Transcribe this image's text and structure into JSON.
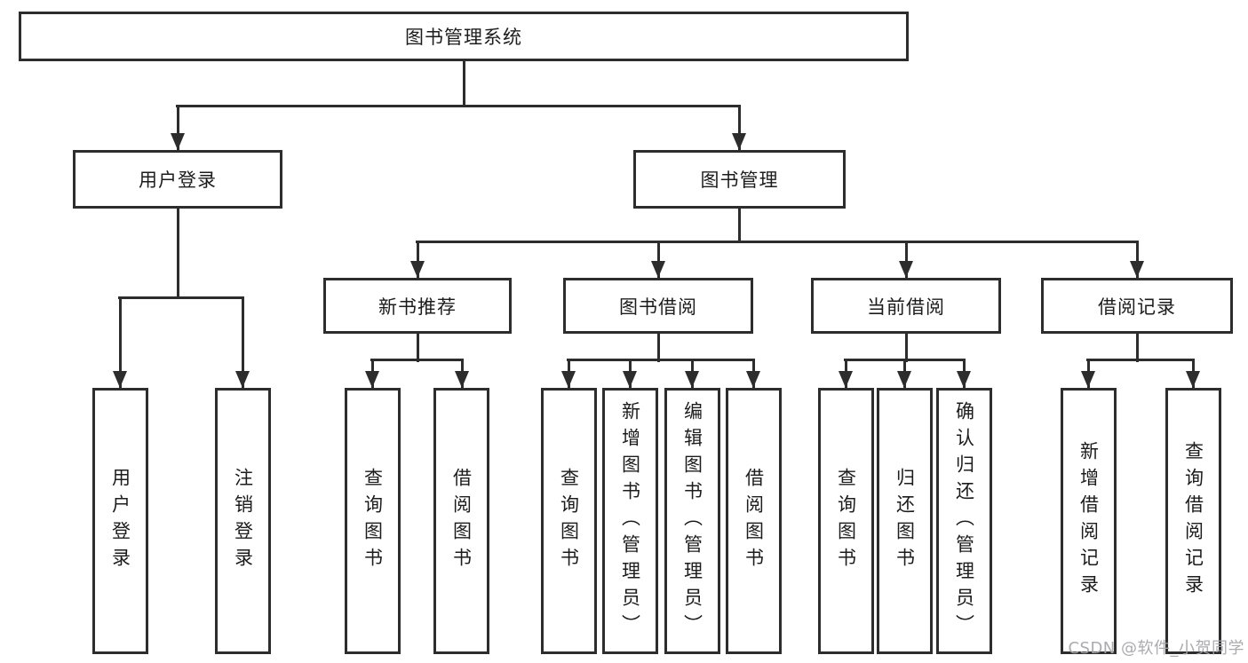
{
  "tree": {
    "root": {
      "label": "图书管理系统"
    },
    "branches": [
      {
        "label": "用户登录",
        "children": [
          {
            "label": "用户登录"
          },
          {
            "label": "注销登录"
          }
        ]
      },
      {
        "label": "图书管理",
        "children": [
          {
            "label": "新书推荐",
            "children": [
              {
                "label": "查询图书"
              },
              {
                "label": "借阅图书"
              }
            ]
          },
          {
            "label": "图书借阅",
            "children": [
              {
                "label": "查询图书"
              },
              {
                "label": "新增图书（管理员）"
              },
              {
                "label": "编辑图书（管理员）"
              },
              {
                "label": "借阅图书"
              }
            ]
          },
          {
            "label": "当前借阅",
            "children": [
              {
                "label": "查询图书"
              },
              {
                "label": "归还图书"
              },
              {
                "label": "确认归还（管理员）"
              }
            ]
          },
          {
            "label": "借阅记录",
            "children": [
              {
                "label": "新增借阅记录"
              },
              {
                "label": "查询借阅记录"
              }
            ]
          }
        ]
      }
    ]
  },
  "watermark": {
    "text": "CSDN @软件_小贺同学"
  },
  "colors": {
    "line": "#2d2d2d",
    "box_border": "#2d2d2d",
    "text": "#1c1c1c",
    "watermark": "#a6a6ab",
    "background": "#ffffff"
  }
}
